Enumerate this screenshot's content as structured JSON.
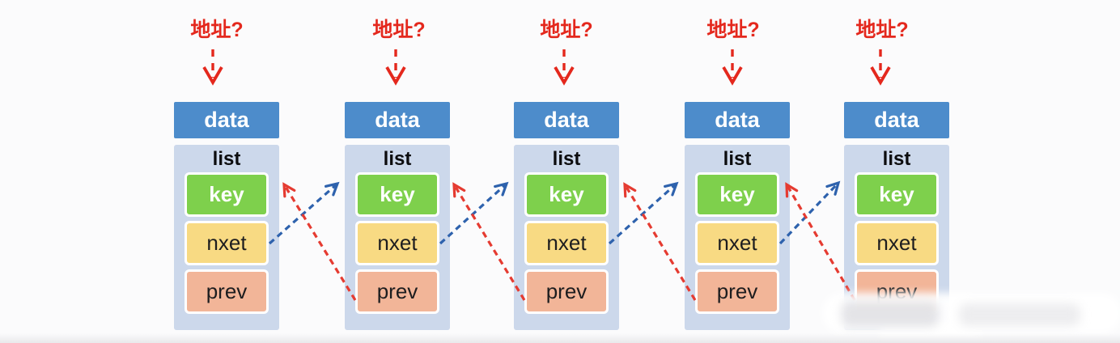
{
  "colors": {
    "data_header": "#4d8ccb",
    "container": "#ccd8eb",
    "key_green": "#7ed04c",
    "next_yellow": "#f8da83",
    "prev_salmon": "#f2b598",
    "address_red": "#e4281d",
    "arrow_next": "#2e62ad",
    "arrow_prev": "#e53b31"
  },
  "nodes": [
    {
      "address_label": "地址?",
      "data_label": "data",
      "list_label": "list",
      "key_label": "key",
      "next_label": "nxet",
      "prev_label": "prev"
    },
    {
      "address_label": "地址?",
      "data_label": "data",
      "list_label": "list",
      "key_label": "key",
      "next_label": "nxet",
      "prev_label": "prev"
    },
    {
      "address_label": "地址?",
      "data_label": "data",
      "list_label": "list",
      "key_label": "key",
      "next_label": "nxet",
      "prev_label": "prev"
    },
    {
      "address_label": "地址?",
      "data_label": "data",
      "list_label": "list",
      "key_label": "key",
      "next_label": "nxet",
      "prev_label": "prev"
    },
    {
      "address_label": "地址?",
      "data_label": "data",
      "list_label": "list",
      "key_label": "key",
      "next_label": "nxet",
      "prev_label": "prev"
    }
  ],
  "pointers": {
    "next": {
      "color": "#2e62ad",
      "style": "dashed",
      "connections": [
        [
          1,
          2
        ],
        [
          2,
          3
        ],
        [
          3,
          4
        ],
        [
          4,
          5
        ]
      ]
    },
    "prev": {
      "color": "#e53b31",
      "style": "dashed",
      "connections": [
        [
          2,
          1
        ],
        [
          3,
          2
        ],
        [
          4,
          3
        ],
        [
          5,
          4
        ]
      ]
    },
    "address_query": {
      "color": "#e4281d",
      "style": "dashed-down-arrow",
      "count": 5
    }
  }
}
